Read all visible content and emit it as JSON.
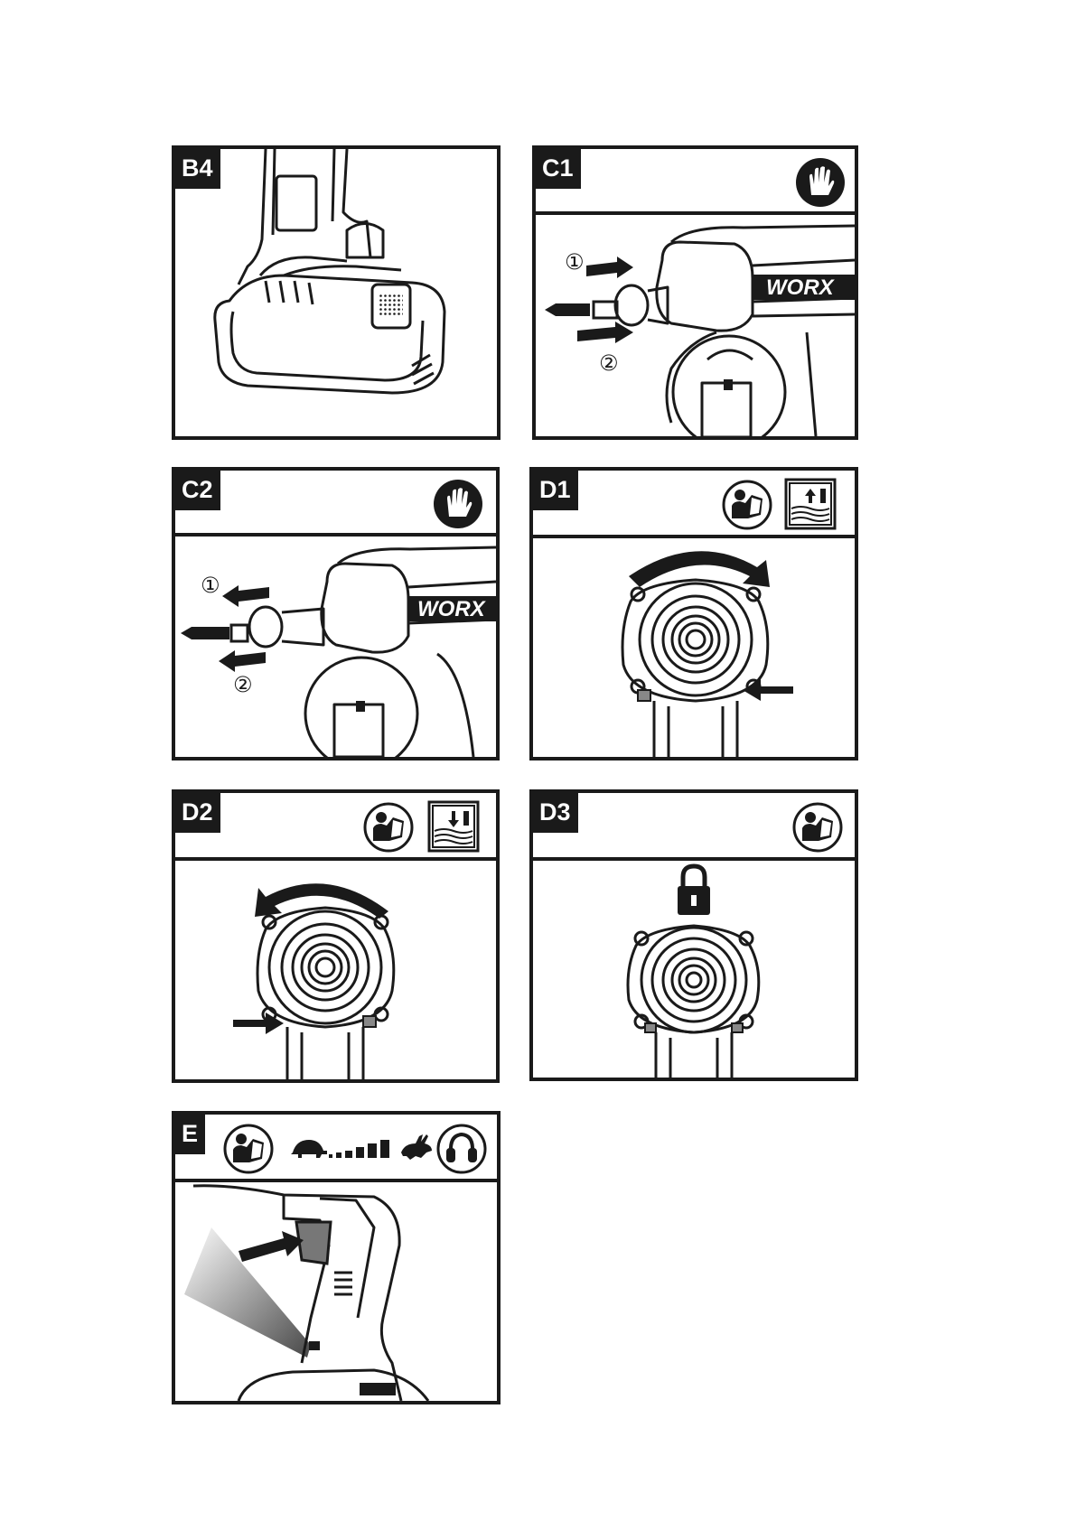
{
  "panels": {
    "b4": {
      "label": "B4"
    },
    "c1": {
      "label": "C1",
      "step1": "①",
      "step2": "②",
      "brand": "WORX"
    },
    "c2": {
      "label": "C2",
      "step1": "①",
      "step2": "②",
      "brand": "WORX"
    },
    "d1": {
      "label": "D1"
    },
    "d2": {
      "label": "D2"
    },
    "d3": {
      "label": "D3"
    },
    "e": {
      "label": "E"
    }
  },
  "icons": {
    "c1": [
      "gloves-icon"
    ],
    "c2": [
      "gloves-icon"
    ],
    "d1": [
      "read-manual-icon",
      "insert-bit-icon"
    ],
    "d2": [
      "read-manual-icon",
      "remove-bit-icon"
    ],
    "d3": [
      "read-manual-icon",
      "lock-icon"
    ],
    "e": [
      "read-manual-icon",
      "speed-turtle-icon",
      "speed-scale-icon",
      "speed-rabbit-icon",
      "ear-protection-icon"
    ]
  }
}
